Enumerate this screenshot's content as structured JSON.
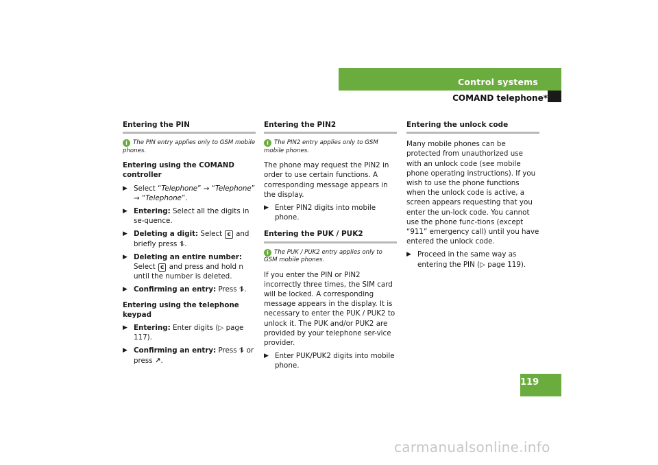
{
  "header": {
    "section": "Control systems",
    "subsection": "COMAND telephone*",
    "page_number": "119"
  },
  "col1": {
    "heading": "Entering the PIN",
    "note": "The PIN entry applies only to GSM mobile phones.",
    "sub1": "Entering using the COMAND controller",
    "b1_pre": "Select “",
    "b1_t1": "Telephone",
    "b1_mid1": "” → “",
    "b1_t2": "Telephone",
    "b1_mid2": "” → “",
    "b1_t3": "Telephone",
    "b1_post": "”.",
    "b2_label": "Entering:",
    "b2_text": " Select all the digits in se-quence.",
    "b3_label": "Deleting a digit:",
    "b3_pre": " Select ",
    "b3_key": "c",
    "b3_mid": " and briefly press ",
    "b3_post": ".",
    "b4_label": "Deleting an entire number:",
    "b4_pre": " Select ",
    "b4_key": "c",
    "b4_text": " and press and hold n until the number is deleted.",
    "b5_label": "Confirming an entry:",
    "b5_text": " Press ",
    "b5_post": ".",
    "sub2": "Entering using the telephone keypad",
    "b6_label": "Entering:",
    "b6_text": " Enter digits (▷ page 117).",
    "b7_label": "Confirming an entry:",
    "b7_text": " Press ",
    "b7_mid": " or press ",
    "b7_post": "."
  },
  "col2": {
    "heading1": "Entering the PIN2",
    "note1": "The PIN2 entry applies only to GSM mobile phones.",
    "p1": "The phone may request the PIN2 in order to use certain functions. A corresponding message appears in the display.",
    "b1": "Enter PIN2 digits into mobile phone.",
    "heading2": "Entering the PUK / PUK2",
    "note2": "The PUK / PUK2 entry applies only to GSM mobile phones.",
    "p2": "If you enter the PIN or PIN2 incorrectly three times, the SIM card will be locked. A corresponding message appears in the display. It is necessary to enter the PUK / PUK2 to unlock it. The PUK and/or PUK2 are provided by your telephone ser-vice provider.",
    "b2": "Enter PUK/PUK2 digits into mobile phone."
  },
  "col3": {
    "heading": "Entering the unlock code",
    "p1": "Many mobile phones can be protected from unauthorized use with an unlock code (see mobile phone operating instructions). If you wish to use the phone functions when the unlock code is active, a screen appears requesting that you enter the un-lock code. You cannot use the phone func-tions (except “911” emergency call) until you have entered the unlock code.",
    "b1": "Proceed in the same way as entering the PIN (▷ page 119)."
  },
  "icons": {
    "info": "i",
    "bullet": "▶",
    "controller": "⥮",
    "send": "↗"
  },
  "watermark": "carmanualsonline.info",
  "colors": {
    "accent": "#6aac3d",
    "rule": "#b8b8b8"
  }
}
